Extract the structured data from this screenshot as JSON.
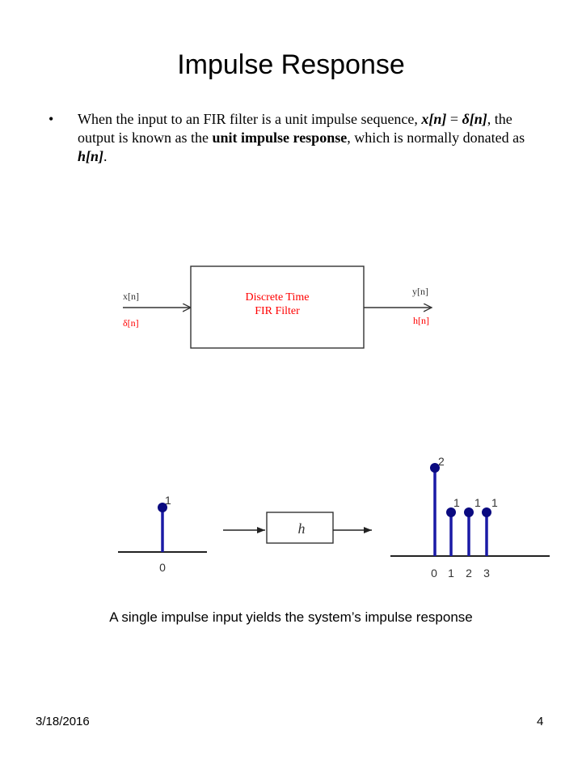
{
  "title": "Impulse Response",
  "bullet": {
    "marker": "•",
    "t1": "When the input to an FIR filter is a unit impulse sequence, ",
    "x_n": "x[n]",
    "t2": " = ",
    "delta_n": "δ[n]",
    "t3": ", the output is known as the ",
    "uir": "unit impulse response",
    "t4": ", which is normally donated as ",
    "h_n": "h[n]",
    "t5": "."
  },
  "block_diagram": {
    "box_line1": "Discrete Time",
    "box_line2": "FIR Filter",
    "input_label": "x[n]",
    "input_label_alt": "δ[n]",
    "output_label": "y[n]",
    "output_label_alt": "h[n]",
    "accent_color": "#ff0000"
  },
  "stem_diagram": {
    "system_label": "h",
    "stem_color": "#1a1aa6",
    "input_stem": {
      "n": "0",
      "value": "1"
    },
    "output_stems": [
      {
        "n": "0",
        "value": "2"
      },
      {
        "n": "1",
        "value": "1"
      },
      {
        "n": "2",
        "value": "1"
      },
      {
        "n": "3",
        "value": "1"
      }
    ]
  },
  "caption": "A single impulse input yields the system’s impulse response",
  "footer": {
    "date": "3/18/2016",
    "page": "4"
  }
}
